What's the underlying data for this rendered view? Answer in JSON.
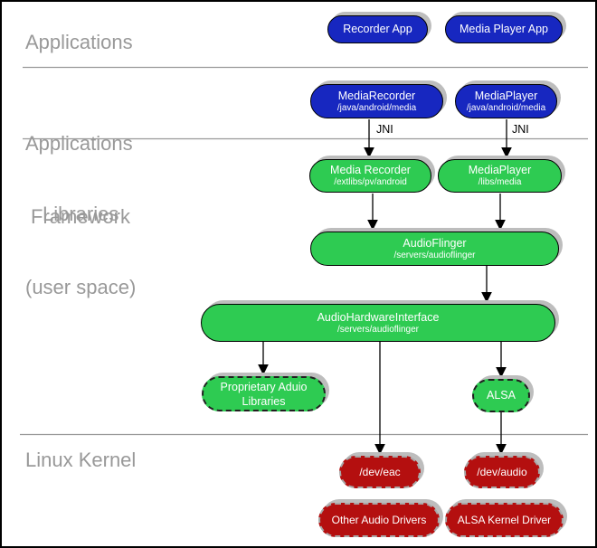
{
  "diagram": {
    "sections": {
      "applications": {
        "label": "Applications"
      },
      "applications_framework": {
        "label_line1": "Applications",
        "label_line2": "Framework"
      },
      "libraries": {
        "label_line1": "Libraries",
        "label_line2": "(user space)"
      },
      "linux_kernel": {
        "label": "Linux Kernel"
      }
    },
    "nodes": {
      "recorder_app": {
        "title": "Recorder App"
      },
      "media_player_app": {
        "title": "Media Player App"
      },
      "media_recorder_framework": {
        "title": "MediaRecorder",
        "subtitle": "/java/android/media"
      },
      "media_player_framework": {
        "title": "MediaPlayer",
        "subtitle": "/java/android/media"
      },
      "media_recorder_lib": {
        "title": "Media Recorder",
        "subtitle": "/extlibs/pv/android"
      },
      "media_player_lib": {
        "title": "MediaPlayer",
        "subtitle": "/libs/media"
      },
      "audio_flinger": {
        "title": "AudioFlinger",
        "subtitle": "/servers/audioflinger"
      },
      "audio_hardware_interface": {
        "title": "AudioHardwareInterface",
        "subtitle": "/servers/audioflinger"
      },
      "proprietary_audio_libraries": {
        "title_line1": "Proprietary Aduio",
        "title_line2": "Libraries"
      },
      "alsa": {
        "title": "ALSA"
      },
      "dev_eac": {
        "title": "/dev/eac"
      },
      "dev_audio": {
        "title": "/dev/audio"
      },
      "other_audio_drivers": {
        "title": "Other Audio Drivers"
      },
      "alsa_kernel_driver": {
        "title": "ALSA Kernel Driver"
      }
    },
    "edge_labels": {
      "jni_left": "JNI",
      "jni_right": "JNI"
    },
    "colors": {
      "app_node_fill": "#1727c0",
      "library_node_fill": "#2ecb52",
      "kernel_node_fill": "#b40f0f",
      "node_text": "#ffffff",
      "section_label_text": "#999999",
      "divider_line": "#999999",
      "node_shadow": "#bdbdbd",
      "arrow": "#000000"
    }
  }
}
